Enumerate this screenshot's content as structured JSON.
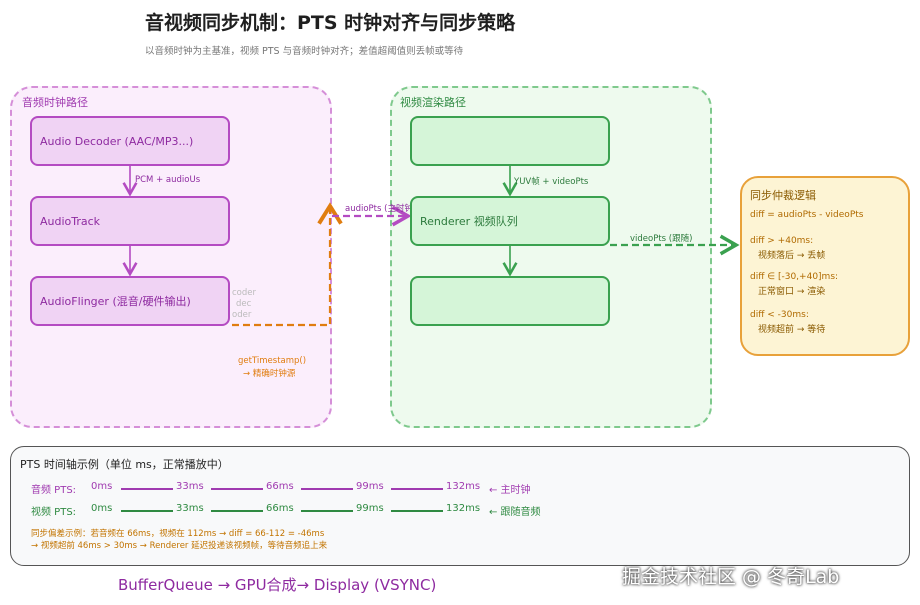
{
  "header": {
    "title": "音视频同步机制：PTS 时钟对齐与同步策略",
    "subtitle": "以音频时钟为主基准，视频 PTS 与音频时钟对齐；差值超阈值则丢帧或等待"
  },
  "audio_lane": {
    "title": "音频时钟路径",
    "decoder": "Audio Decoder (AAC/MP3...)",
    "edge1": "PCM + audioUs",
    "track": "AudioTrack",
    "flinger": "AudioFlinger (混音/硬件输出)",
    "ghost": [
      "coder",
      "dec",
      "oder"
    ],
    "timestamp_label": "getTimestamp()",
    "timestamp_sub": "→ 精确时钟源"
  },
  "video_lane": {
    "title": "视频渲染路径",
    "decoder": "",
    "edge1": "YUV帧 + videoPts",
    "renderer": "Renderer 视频队列",
    "output": ""
  },
  "cross_edges": {
    "audio_pts": "audioPts (主时钟)",
    "video_pts": "videoPts (跟随)"
  },
  "sync_panel": {
    "title": "同步仲裁逻辑",
    "formula": "diff = audioPts - videoPts",
    "rules": [
      {
        "cond": "diff > +40ms:",
        "action": "视频落后 → 丢帧"
      },
      {
        "cond": "diff ∈ [-30,+40]ms:",
        "action": "正常窗口 → 渲染"
      },
      {
        "cond": "diff < -30ms:",
        "action": "视频超前 → 等待"
      }
    ]
  },
  "timeline": {
    "title": "PTS 时间轴示例（单位 ms，正常播放中）",
    "audio_label": "音频 PTS:",
    "audio_ticks": [
      "0ms",
      "33ms",
      "66ms",
      "99ms",
      "132ms"
    ],
    "audio_note": "← 主时钟",
    "video_label": "视频 PTS:",
    "video_ticks": [
      "0ms",
      "33ms",
      "66ms",
      "99ms",
      "132ms"
    ],
    "video_note": "← 跟随音频",
    "example_line1": "同步偏差示例：若音频在 66ms，视频在 112ms → diff = 66-112 = -46ms",
    "example_line2": "→ 视频超前 46ms > 30ms → Renderer 延迟投递该视频帧，等待音频追上来"
  },
  "footer": "BufferQueue → GPU合成→ Display (VSYNC)",
  "watermark": "掘金技术社区 @ 冬奇Lab",
  "colors": {
    "audio": "#b44bc2",
    "video": "#3aa14f",
    "timestamp": "#e07d10",
    "sync_border": "#e8a13a"
  }
}
